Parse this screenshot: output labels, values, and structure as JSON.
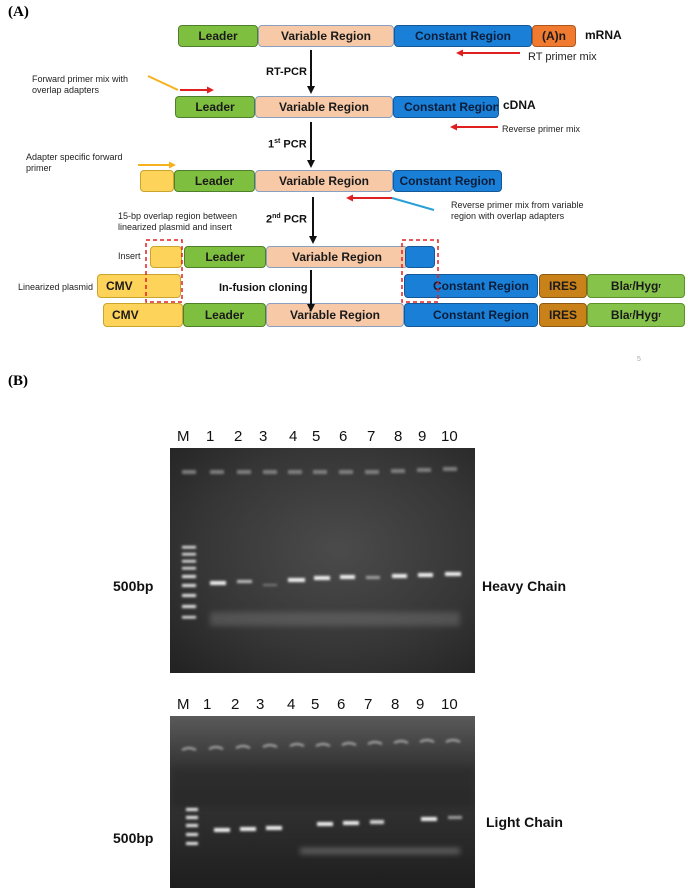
{
  "panel_a": {
    "label": "(A)",
    "row1": {
      "leader": "Leader",
      "variable": "Variable Region",
      "constant": "Constant Region",
      "polya": "(A)n",
      "tag": "mRNA"
    },
    "rt_primer": "RT primer mix",
    "step1": "RT-PCR",
    "forward_primer": "Forward primer mix with overlap adapters",
    "row2": {
      "leader": "Leader",
      "variable": "Variable Region",
      "constant": "Constant Region",
      "tag": "cDNA"
    },
    "reverse_primer": "Reverse primer mix",
    "step2_main": "1",
    "step2_sup": "st",
    "step2_rest": " PCR",
    "adapter_primer": "Adapter specific forward primer",
    "row3": {
      "leader": "Leader",
      "variable": "Variable Region",
      "constant": "Constant Region"
    },
    "reverse_primer_var": "Reverse primer mix from variable region with overlap adapters",
    "overlap_note": "15-bp overlap region between linearized plasmid and insert",
    "step3_main": "2",
    "step3_sup": "nd",
    "step3_rest": " PCR",
    "insert_label": "Insert",
    "row4": {
      "leader": "Leader",
      "variable": "Variable Region"
    },
    "plasmid_label": "Linearized plasmid",
    "row5": {
      "cmv": "CMV",
      "constant": "Constant Region",
      "ires": "IRES",
      "bla_main": "Bla",
      "bla_sup1": "r",
      "bla_mid": "/Hyg",
      "bla_sup2": "r"
    },
    "step4": "In-fusion cloning",
    "row6": {
      "cmv": "CMV",
      "leader": "Leader",
      "variable": "Variable Region",
      "constant": "Constant Region",
      "ires": "IRES",
      "bla_main": "Bla",
      "bla_sup1": "r",
      "bla_mid": "/Hyg",
      "bla_sup2": "r"
    },
    "page_number": "5"
  },
  "panel_b": {
    "label": "(B)",
    "heavy": {
      "lanes": [
        "M",
        "1",
        "2",
        "3",
        "4",
        "5",
        "6",
        "7",
        "8",
        "9",
        "10"
      ],
      "marker_label": "500bp",
      "chain_label": "Heavy Chain"
    },
    "light": {
      "lanes": [
        "M",
        "1",
        "2",
        "3",
        "4",
        "5",
        "6",
        "7",
        "8",
        "9",
        "10"
      ],
      "marker_label": "500bp",
      "chain_label": "Light Chain"
    }
  }
}
